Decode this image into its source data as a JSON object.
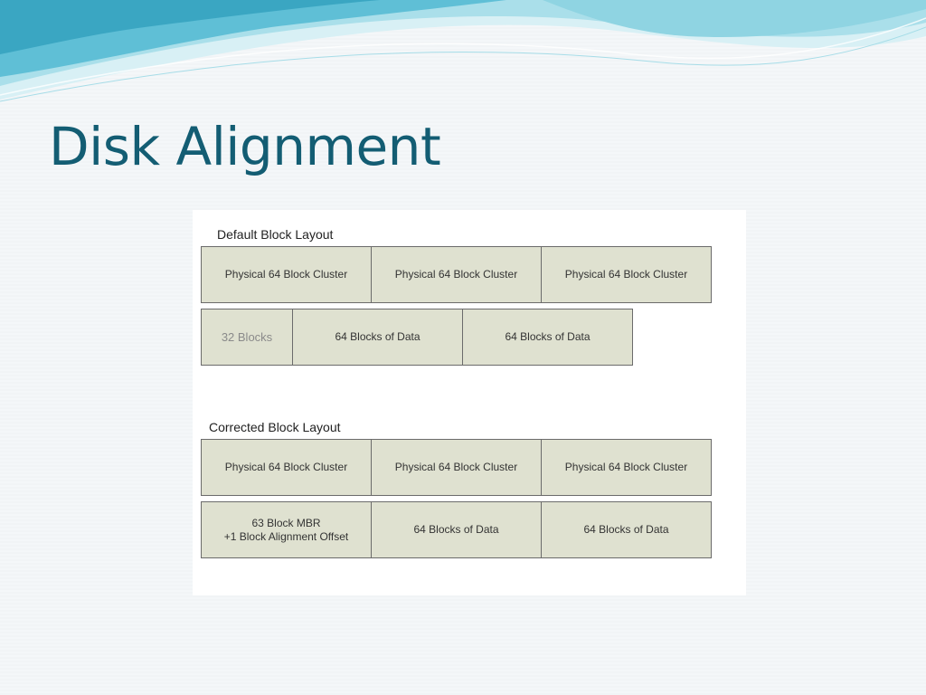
{
  "slide": {
    "title": "Disk Alignment"
  },
  "diagram": {
    "default_layout": {
      "label": "Default Block Layout",
      "physical_row": [
        "Physical 64 Block Cluster",
        "Physical 64 Block Cluster",
        "Physical 64 Block Cluster"
      ],
      "data_row": [
        "32 Blocks",
        "64 Blocks of Data",
        "64 Blocks of Data"
      ]
    },
    "corrected_layout": {
      "label": "Corrected Block Layout",
      "physical_row": [
        "Physical 64 Block Cluster",
        "Physical 64 Block Cluster",
        "Physical 64 Block Cluster"
      ],
      "data_row": [
        "63 Block MBR\n+1 Block Alignment Offset",
        "64 Blocks of Data",
        "64 Blocks of Data"
      ]
    }
  },
  "colors": {
    "title": "#135d73",
    "cell_fill": "#dfe1d0",
    "cell_border": "#6b6b6b",
    "wave_light": "#bfe6ee",
    "wave_mid": "#7dcbdc",
    "wave_dark": "#3fa9c4"
  }
}
